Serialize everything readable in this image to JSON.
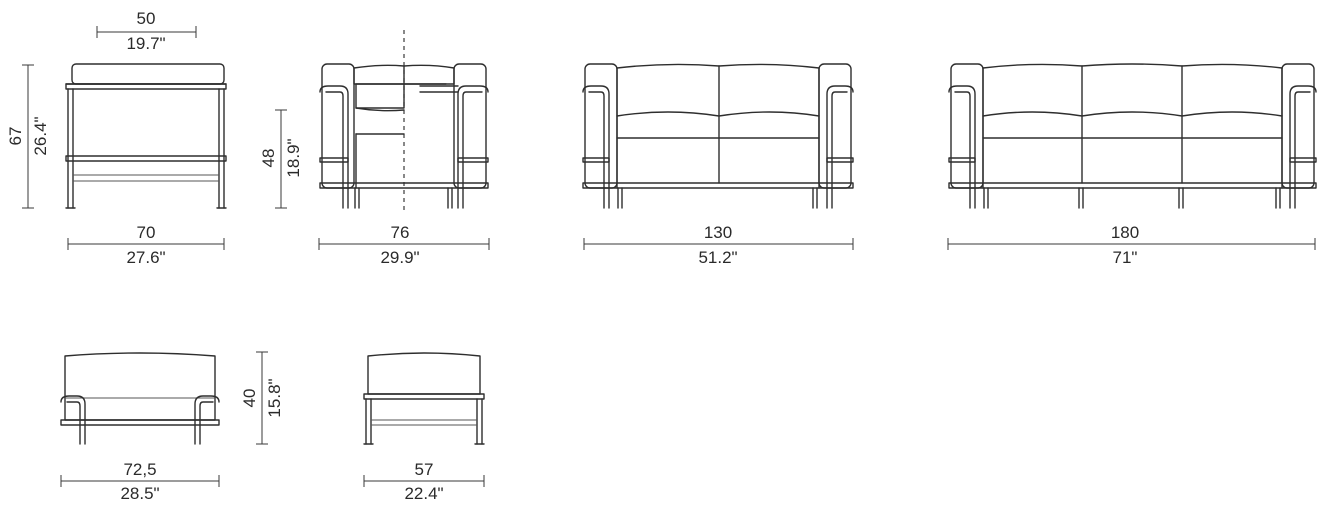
{
  "dimensions": {
    "armchair_side_depth": {
      "cm": "50",
      "in": "19.7\""
    },
    "armchair_side_height": {
      "cm": "67",
      "in": "26.4\""
    },
    "armchair_side_width": {
      "cm": "70",
      "in": "27.6\""
    },
    "armchair_seat_height": {
      "cm": "48",
      "in": "18.9\""
    },
    "armchair_front_width": {
      "cm": "76",
      "in": "29.9\""
    },
    "sofa2_width": {
      "cm": "130",
      "in": "51.2\""
    },
    "sofa3_width": {
      "cm": "180",
      "in": "71\""
    },
    "ottoman_width": {
      "cm": "72,5",
      "in": "28.5\""
    },
    "ottoman_height": {
      "cm": "40",
      "in": "15.8\""
    },
    "ottoman_depth": {
      "cm": "57",
      "in": "22.4\""
    }
  }
}
